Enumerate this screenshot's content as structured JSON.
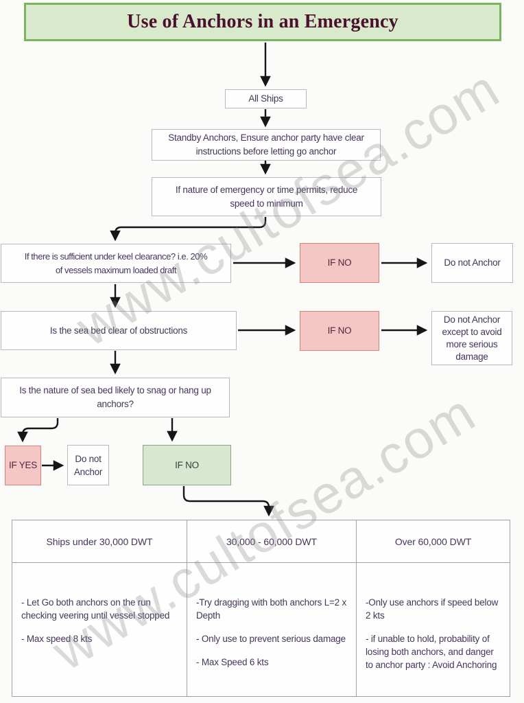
{
  "watermark": {
    "text": "www.cultofsea.com"
  },
  "title": {
    "text": "Use of Anchors in an Emergency"
  },
  "colors": {
    "title_bg": "#d9e9cc",
    "title_border": "#7cb45e",
    "title_text": "#4a102e",
    "pink_bg": "#f4c7c4",
    "pink_border": "#d87f78",
    "green_bg": "#d8e8d0",
    "green_border": "#8ba583",
    "box_border": "#b9b9b9",
    "flow_text": "#46345c",
    "arrow": "#161616"
  },
  "flow": {
    "all_ships": {
      "lines": [
        "All Ships"
      ]
    },
    "standby": {
      "lines": [
        "Standby Anchors, Ensure anchor party have clear",
        "instructions before letting go anchor"
      ]
    },
    "reduce_speed": {
      "lines": [
        "If nature of emergency or time permits, reduce",
        "speed to minimum"
      ]
    },
    "keel_clearance": {
      "lines": [
        "If there is sufficient under keel clearance? i.e. 20%",
        "of vessels maximum loaded draft"
      ]
    },
    "if_no_1": {
      "label": "IF NO"
    },
    "do_not_anchor_1": {
      "lines": [
        "Do not Anchor"
      ]
    },
    "sea_bed": {
      "lines": [
        "Is the sea bed clear of obstructions"
      ]
    },
    "if_no_2": {
      "label": "IF NO"
    },
    "do_not_anchor_2": {
      "lines": [
        "Do not Anchor",
        "except to avoid",
        "more serious",
        "damage"
      ]
    },
    "snag": {
      "lines": [
        "Is the nature of sea bed likely to snag or hang up",
        "anchors?"
      ]
    },
    "if_yes": {
      "label": "IF YES"
    },
    "do_not_anchor_3": {
      "lines": [
        "Do not",
        "Anchor"
      ]
    },
    "if_no_3": {
      "label": "IF NO"
    }
  },
  "table": {
    "columns": [
      {
        "header": "Ships under 30,000 DWT",
        "paragraphs": [
          "- Let Go both anchors on the run checking veering until vessel stopped",
          "- Max speed 8 kts"
        ]
      },
      {
        "header": "30,000 - 60,000 DWT",
        "paragraphs": [
          "-Try dragging with both anchors L=2 x Depth",
          "- Only use to prevent serious damage",
          "- Max Speed 6 kts"
        ]
      },
      {
        "header": "Over 60,000 DWT",
        "paragraphs": [
          "-Only use anchors if speed below 2 kts",
          "- if unable to hold, probability of losing both anchors, and danger to anchor party : Avoid Anchoring"
        ]
      }
    ]
  }
}
